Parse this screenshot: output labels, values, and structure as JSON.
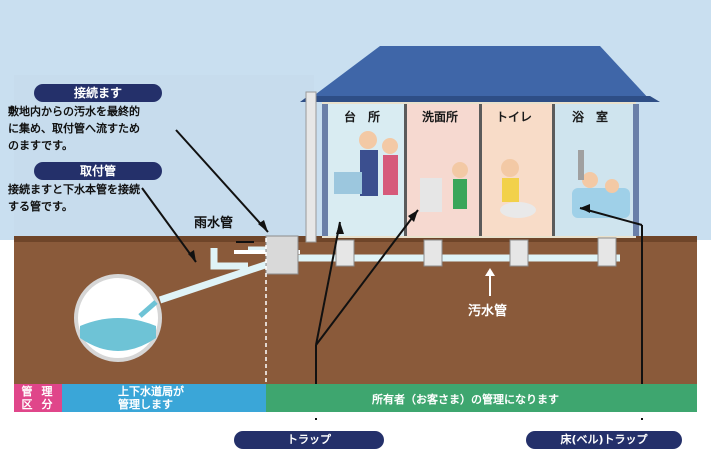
{
  "callouts": {
    "junction_box": {
      "title": "接続ます",
      "description_lines": [
        "敷地内からの汚水を最終的",
        "に集め、取付管へ流すため",
        "のますです。"
      ]
    },
    "connecting_pipe": {
      "title": "取付管",
      "description_lines": [
        "接続ますと下水本管を接続",
        "する管です。"
      ]
    }
  },
  "labels": {
    "rain_pipe": "雨水管",
    "sewage_pipe": "汚水管",
    "trap": "トラップ",
    "floor_bell_trap": "床(ベル)トラップ"
  },
  "rooms": {
    "kitchen": "台　所",
    "washroom": "洗面所",
    "toilet": "トイレ",
    "bath": "浴　室"
  },
  "management": {
    "heading_chars": [
      "管",
      "理",
      "区",
      "分"
    ],
    "public_lines": [
      "上下水道局が",
      "管理します"
    ],
    "private": "所有者（お客さま）の管理になります"
  },
  "colors": {
    "sky": "#c9dff0",
    "soil": "#8a5a3a",
    "roof": "#3f66a8",
    "pipe": "#cfeef4",
    "public_band": "#3aa6d8",
    "private_band": "#3ea66f",
    "mgmt_band": "#e0468a",
    "pill": "#24306a"
  }
}
